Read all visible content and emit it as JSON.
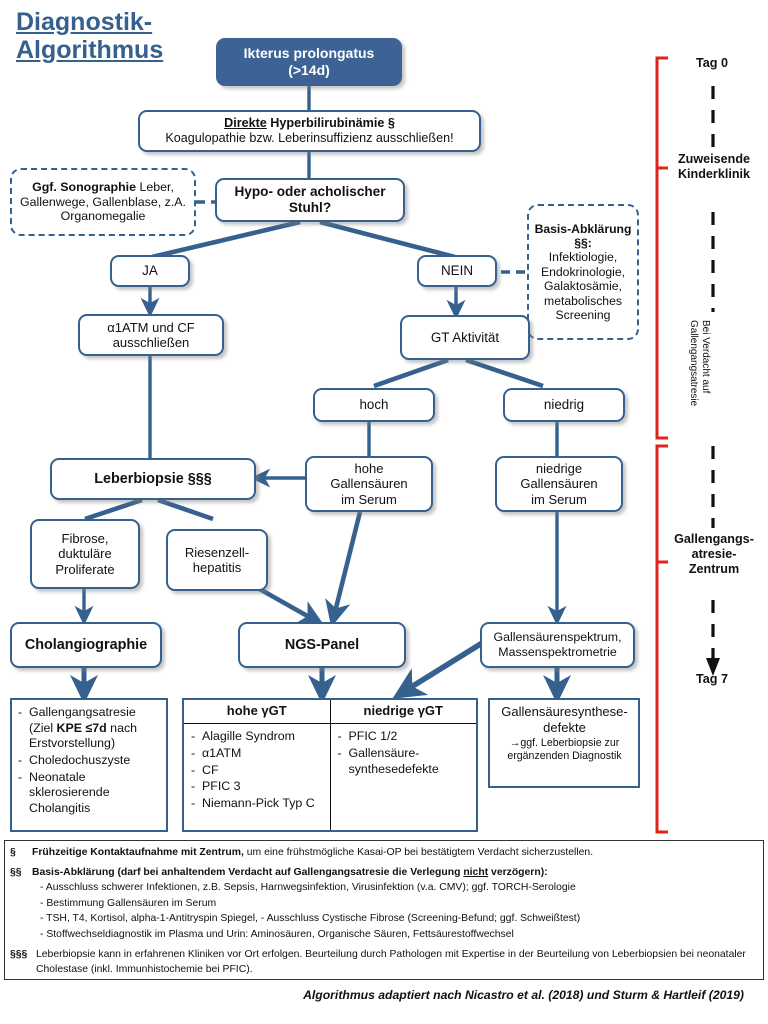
{
  "title": "Diagnostik-\nAlgorithmus",
  "colors": {
    "accent_blue": "#36618E",
    "fill_blue": "#3C6296",
    "bracket_red": "#E2231A",
    "text_black": "#111111"
  },
  "nodes": {
    "start": {
      "line1": "Ikterus prolongatus",
      "line2": "(>14d)"
    },
    "hyperbili": {
      "line1_underlined": "Direkte",
      "line1_rest": " Hyperbilirubinämie §",
      "line2": "Koagulopathie bzw. Leberinsuffizienz ausschließen!"
    },
    "sono": {
      "bold": "Ggf. Sonographie",
      "rest": " Leber, Gallenwege, Gallenblase, z.A. Organomegalie"
    },
    "stool": {
      "line1": "Hypo- oder acholischer",
      "line2": "Stuhl?"
    },
    "basis": {
      "bold": "Basis-Abklärung §§:",
      "rest": "Infektiologie, Endokrinologie, Galaktosämie, metabolisches Screening"
    },
    "ja": {
      "label": "JA"
    },
    "nein": {
      "label": "NEIN"
    },
    "a1atm": {
      "line1": "α1ATM und CF",
      "line2": "ausschließen"
    },
    "gt": {
      "label": "GT Aktivität"
    },
    "hoch": {
      "label": "hoch"
    },
    "niedrig": {
      "label": "niedrig"
    },
    "hohe_ga": {
      "line1": "hohe",
      "line2": "Gallensäuren",
      "line3": "im Serum"
    },
    "niedrige_ga": {
      "line1": "niedrige",
      "line2": "Gallensäuren",
      "line3": "im Serum"
    },
    "biopsie": {
      "label": "Leberbiopsie §§§"
    },
    "fibrose": {
      "line1": "Fibrose,",
      "line2": "duktuläre",
      "line3": "Proliferate"
    },
    "riesenzell": {
      "line1": "Riesenzell-",
      "line2": "hepatitis"
    },
    "cholangio": {
      "label": "Cholangiographie"
    },
    "ngs": {
      "label": "NGS-Panel"
    },
    "massspec": {
      "line1": "Gallensäurenspektrum,",
      "line2": "Massenspektrometrie"
    }
  },
  "result_boxes": {
    "cholangio_results": {
      "items": [
        "Gallengangsatresie (Ziel KPE ≤7d nach Erstvorstellung)",
        "Choledochuszyste",
        "Neonatale sklerosierende Cholangitis"
      ],
      "item1_prefix": "Gallengangsatresie (Ziel ",
      "item1_bold": "KPE ≤7d",
      "item1_suffix": " nach Erstvorstellung)"
    },
    "gt_table": {
      "col1_header": "hohe γGT",
      "col1_items": [
        "Alagille Syndrom",
        "α1ATM",
        "CF",
        "PFIC 3",
        "Niemann-Pick Typ C"
      ],
      "col2_header": "niedrige γGT",
      "col2_items": [
        "PFIC 1/2",
        "Gallensäure-synthesedefekte"
      ]
    },
    "synthese": {
      "line1": "Gallensäuresynthese-",
      "line2": "defekte",
      "arrow_line1": "→ggf. Leberbiopsie zur",
      "arrow_line2": "ergänzenden Diagnostik"
    }
  },
  "timeline": {
    "tag0": "Tag 0",
    "tag7": "Tag 7",
    "zuweisende": "Zuweisende\nKinderklinik",
    "zentrum": "Gallengangs-\natresie-\nZentrum",
    "vertical_line1": "Bei Verdacht auf",
    "vertical_line2": "Gallengangsatresie"
  },
  "footnotes": {
    "f1_mark": "§",
    "f1_bold": "Frühzeitige Kontaktaufnahme mit Zentrum,",
    "f1_rest": " um eine frühstmögliche Kasai-OP bei bestätigtem Verdacht sicherzustellen.",
    "f2_mark": "§§",
    "f2_bold_a": "Basis-Abklärung (darf bei anhaltendem Verdacht auf Gallengangsatresie die Verlegung ",
    "f2_bold_underline": "nicht",
    "f2_bold_b": " verzögern):",
    "f2_items": [
      "- Ausschluss schwerer Infektionen, z.B. Sepsis, Harnwegsinfektion, Virusinfektion (v.a. CMV); ggf. TORCH-Serologie",
      "- Bestimmung Gallensäuren im Serum",
      "- TSH, T4, Kortisol, alpha-1-Antitryspin Spiegel, - Ausschluss Cystische Fibrose (Screening-Befund; ggf. Schweißtest)",
      "- Stoffwechseldiagnostik im Plasma und Urin: Aminosäuren, Organische Säuren, Fettsäurestoffwechsel"
    ],
    "f3_mark": "§§§",
    "f3_text": "Leberbiopsie kann in erfahrenen Kliniken vor Ort erfolgen. Beurteilung durch Pathologen mit Expertise in der Beurteilung von Leberbiopsien bei neonataler Cholestase (inkl. Immunhistochemie bei PFIC)."
  },
  "credit": "Algorithmus adaptiert nach Nicastro et al. (2018) und Sturm & Hartleif (2019)"
}
